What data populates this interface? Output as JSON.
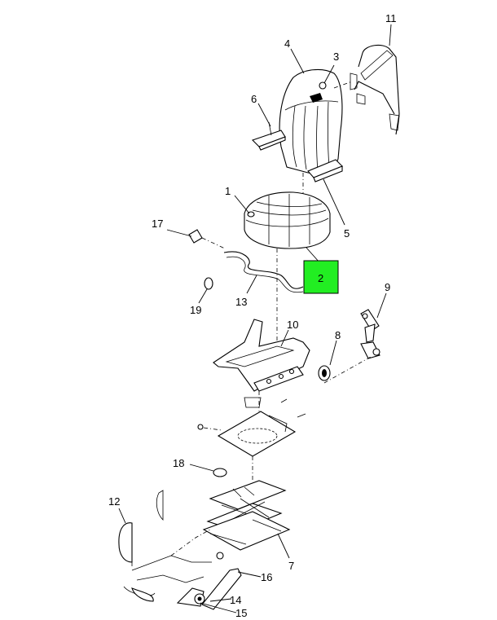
{
  "highlight_color": "#22ee22",
  "callouts": {
    "c1": "1",
    "c2": "2",
    "c3": "3",
    "c4": "4",
    "c5": "5",
    "c6": "6",
    "c7": "7",
    "c8": "8",
    "c9": "9",
    "c10": "10",
    "c11": "11",
    "c12": "12",
    "c13": "13",
    "c14": "14",
    "c15": "15",
    "c16": "16",
    "c17": "17",
    "c18": "18",
    "c19": "19"
  }
}
